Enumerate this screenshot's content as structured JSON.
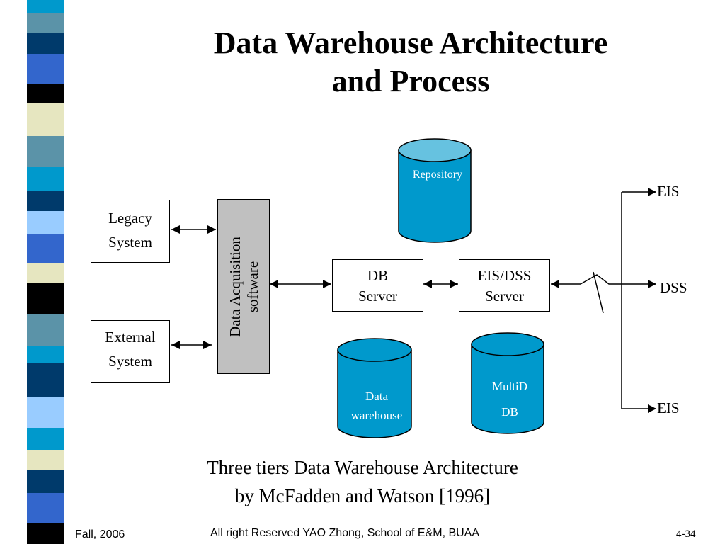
{
  "title": {
    "line1": "Data Warehouse Architecture",
    "line2": "and Process"
  },
  "sources": {
    "legacy": {
      "line1": "Legacy",
      "line2": "System"
    },
    "external": {
      "line1": "External",
      "line2": "System"
    }
  },
  "acquisition": {
    "line1": "Data Acquisition",
    "line2": "software"
  },
  "db_server": {
    "line1": "DB",
    "line2": "Server"
  },
  "eis_dss_server": {
    "line1": "EIS/DSS",
    "line2": "Server"
  },
  "repository": {
    "label": "Repository"
  },
  "data_warehouse": {
    "line1": "Data",
    "line2": "warehouse"
  },
  "multid_db": {
    "line1": "MultiD",
    "line2": "DB"
  },
  "outputs": {
    "top": "EIS",
    "middle": "DSS",
    "bottom": "EIS"
  },
  "caption": {
    "line1": "Three tiers Data Warehouse Architecture",
    "line2": "by McFadden and Watson [1996]"
  },
  "footer": {
    "left": "Fall, 2006",
    "center": "All right Reserved YAO Zhong, School of E&M, BUAA",
    "right": "4-34"
  },
  "colors": {
    "cylinder_fill": "#0099cc",
    "cylinder_top": "#66c2e0",
    "acquisition_fill": "#c0c0c0"
  }
}
